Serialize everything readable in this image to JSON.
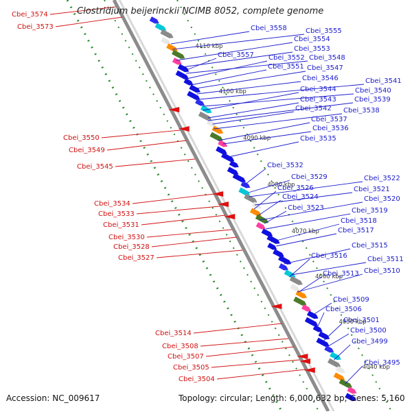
{
  "title": "Clostridium beijerinckii NCIMB 8052, complete genome",
  "footer": {
    "accession": "Accession: NC_009617",
    "summary": "Topology: circular; Length: 6,000,632 bp; Genes: 5,160"
  },
  "colors": {
    "forward_label": "#1a1acc",
    "reverse_label": "#d01010",
    "forward_gene": "#1010e0",
    "reverse_gene": "#e01010",
    "backbone": "#8c8c8c",
    "tick": "#2a8a2a"
  },
  "scale_ticks": [
    "4110 kbp",
    "4100 kbp",
    "4090 kbp",
    "4080 kbp",
    "4070 kbp",
    "4060 kbp",
    "4050 kbp",
    "4040 kbp"
  ],
  "forward_labels": [
    "Cbei_3558",
    "Cbei_3555",
    "Cbei_3554",
    "Cbei_3557",
    "Cbei_3553",
    "Cbei_3552",
    "Cbei_3548",
    "Cbei_3551",
    "Cbei_3547",
    "Cbei_3546",
    "Cbei_3541",
    "Cbei_3544",
    "Cbei_3540",
    "Cbei_3543",
    "Cbei_3539",
    "Cbei_3542",
    "Cbei_3538",
    "Cbei_3537",
    "Cbei_3536",
    "Cbei_3535",
    "Cbei_3532",
    "Cbei_3529",
    "Cbei_3522",
    "Cbei_3526",
    "Cbei_3521",
    "Cbei_3524",
    "Cbei_3520",
    "Cbei_3523",
    "Cbei_3519",
    "Cbei_3518",
    "Cbei_3517",
    "Cbei_3515",
    "Cbei_3516",
    "Cbei_3511",
    "Cbei_3513",
    "Cbei_3510",
    "Cbei_3509",
    "Cbei_3506",
    "Cbei_3501",
    "Cbei_3500",
    "Cbei_3499",
    "Cbei_3495"
  ],
  "reverse_labels": [
    "Cbei_3574",
    "Cbei_3573",
    "Cbei_3550",
    "Cbei_3549",
    "Cbei_3545",
    "Cbei_3534",
    "Cbei_3533",
    "Cbei_3531",
    "Cbei_3530",
    "Cbei_3528",
    "Cbei_3527",
    "Cbei_3514",
    "Cbei_3508",
    "Cbei_3507",
    "Cbei_3505",
    "Cbei_3504"
  ]
}
